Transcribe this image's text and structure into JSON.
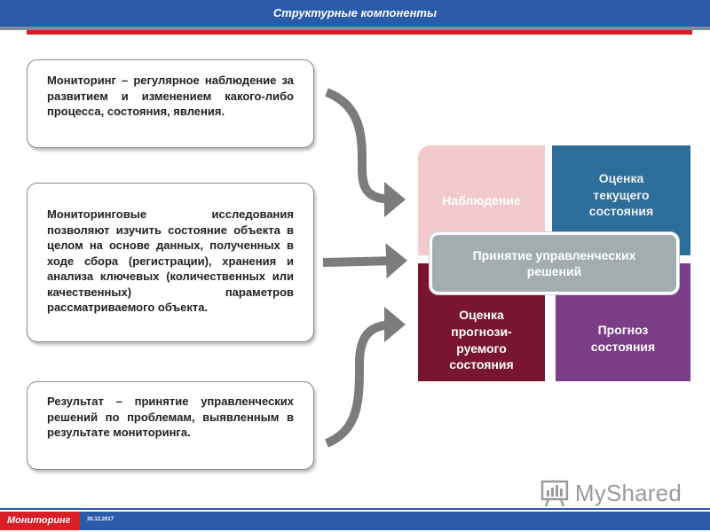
{
  "header": {
    "title": "Структурные компоненты"
  },
  "boxes": {
    "monitoring_def": "Мониторинг – регулярное наблюдение за развитием и изменением какого-либо процесса, состояния, явления.",
    "research_def": "Мониторинговые исследования позволяют изучить состояние объекта в целом на основе данных, полученных в ходе сбора (регистрации), хранения и анализа ключевых (количественных или качественных) параметров рассматриваемого объекта.",
    "result_def": "Результат – принятие управленческих решений по проблемам, выявленным в результате мониторинга."
  },
  "tiles": {
    "observation": "Наблюдение",
    "current_assessment": "Оценка текущего состояния",
    "forecast_assessment": "Оценка прогнози-руемого состояния",
    "forecast": "Прогноз состояния",
    "center": "Принятие управленческих решений"
  },
  "colors": {
    "header_blue": "#2a5aa8",
    "accent_red": "#d81f26",
    "observation": "#f2c9cc",
    "current_assessment": "#2c6d99",
    "forecast_assessment": "#7a1531",
    "forecast": "#7b3c88",
    "center": "#a3adb0",
    "arrow": "#7c7c7c"
  },
  "watermark": {
    "text": "MyShared",
    "icon": "chart-board-icon"
  },
  "footer": {
    "label": "Мониторинг",
    "date": "30.12.2017"
  }
}
